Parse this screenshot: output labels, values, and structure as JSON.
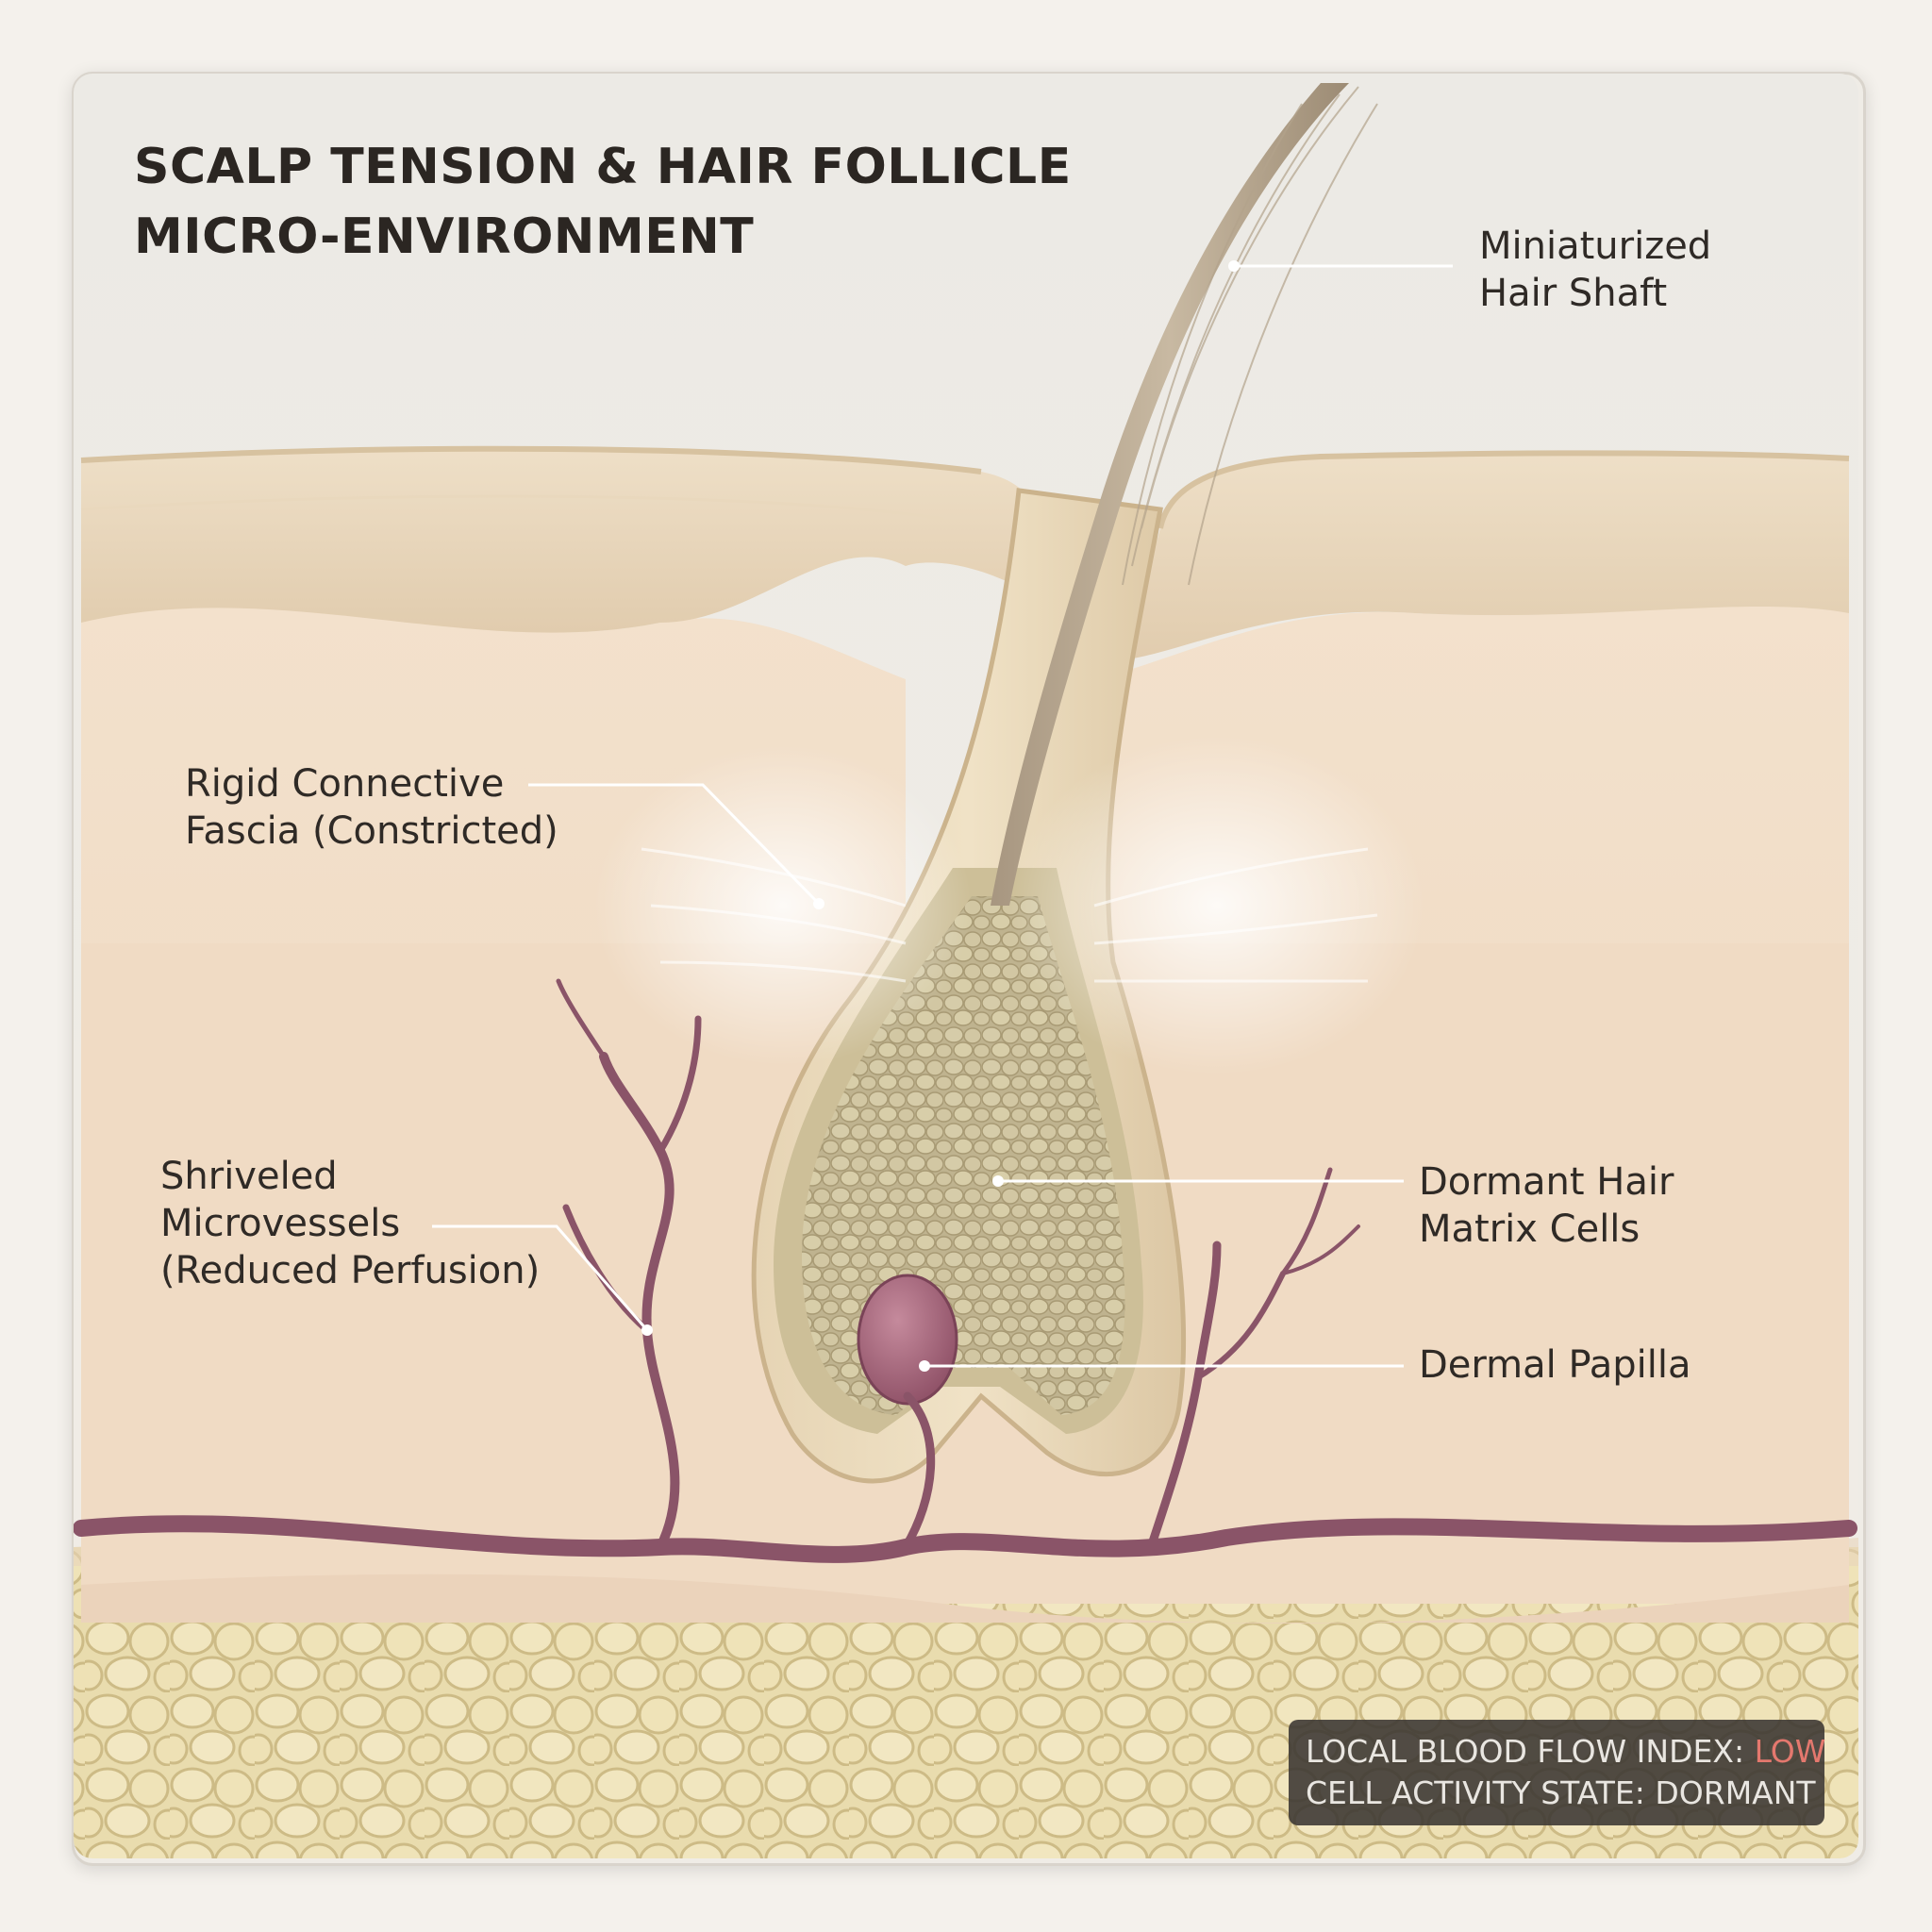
{
  "title": {
    "line1": "SCALP TENSION & HAIR FOLLICLE",
    "line2": "MICRO-ENVIRONMENT"
  },
  "labels": {
    "hair_shaft": {
      "line1": "Miniaturized",
      "line2": "Hair Shaft"
    },
    "fascia": {
      "line1": "Rigid Connective",
      "line2": "Fascia (Constricted)"
    },
    "microvessels": {
      "line1": "Shriveled",
      "line2": "Microvessels",
      "line3": "(Reduced Perfusion)"
    },
    "matrix": {
      "line1": "Dormant Hair",
      "line2": "Matrix Cells"
    },
    "papilla": {
      "line1": "Dermal Papilla"
    }
  },
  "status": {
    "blood_flow_label": "LOCAL BLOOD FLOW INDEX:",
    "blood_flow_value": "LOW",
    "cell_activity_label": "CELL ACTIVITY STATE:",
    "cell_activity_value": "DORMANT"
  },
  "colors": {
    "epidermis": "#e8d6bf",
    "dermis": "#f0dcc6",
    "fat": "#e7d9a8",
    "vessel": "#8a5468",
    "papilla": "#a8687e",
    "follicle_sheath": "#e2cfae",
    "matrix_cells": "#cfc4a2",
    "status_low": "#e4786e"
  }
}
